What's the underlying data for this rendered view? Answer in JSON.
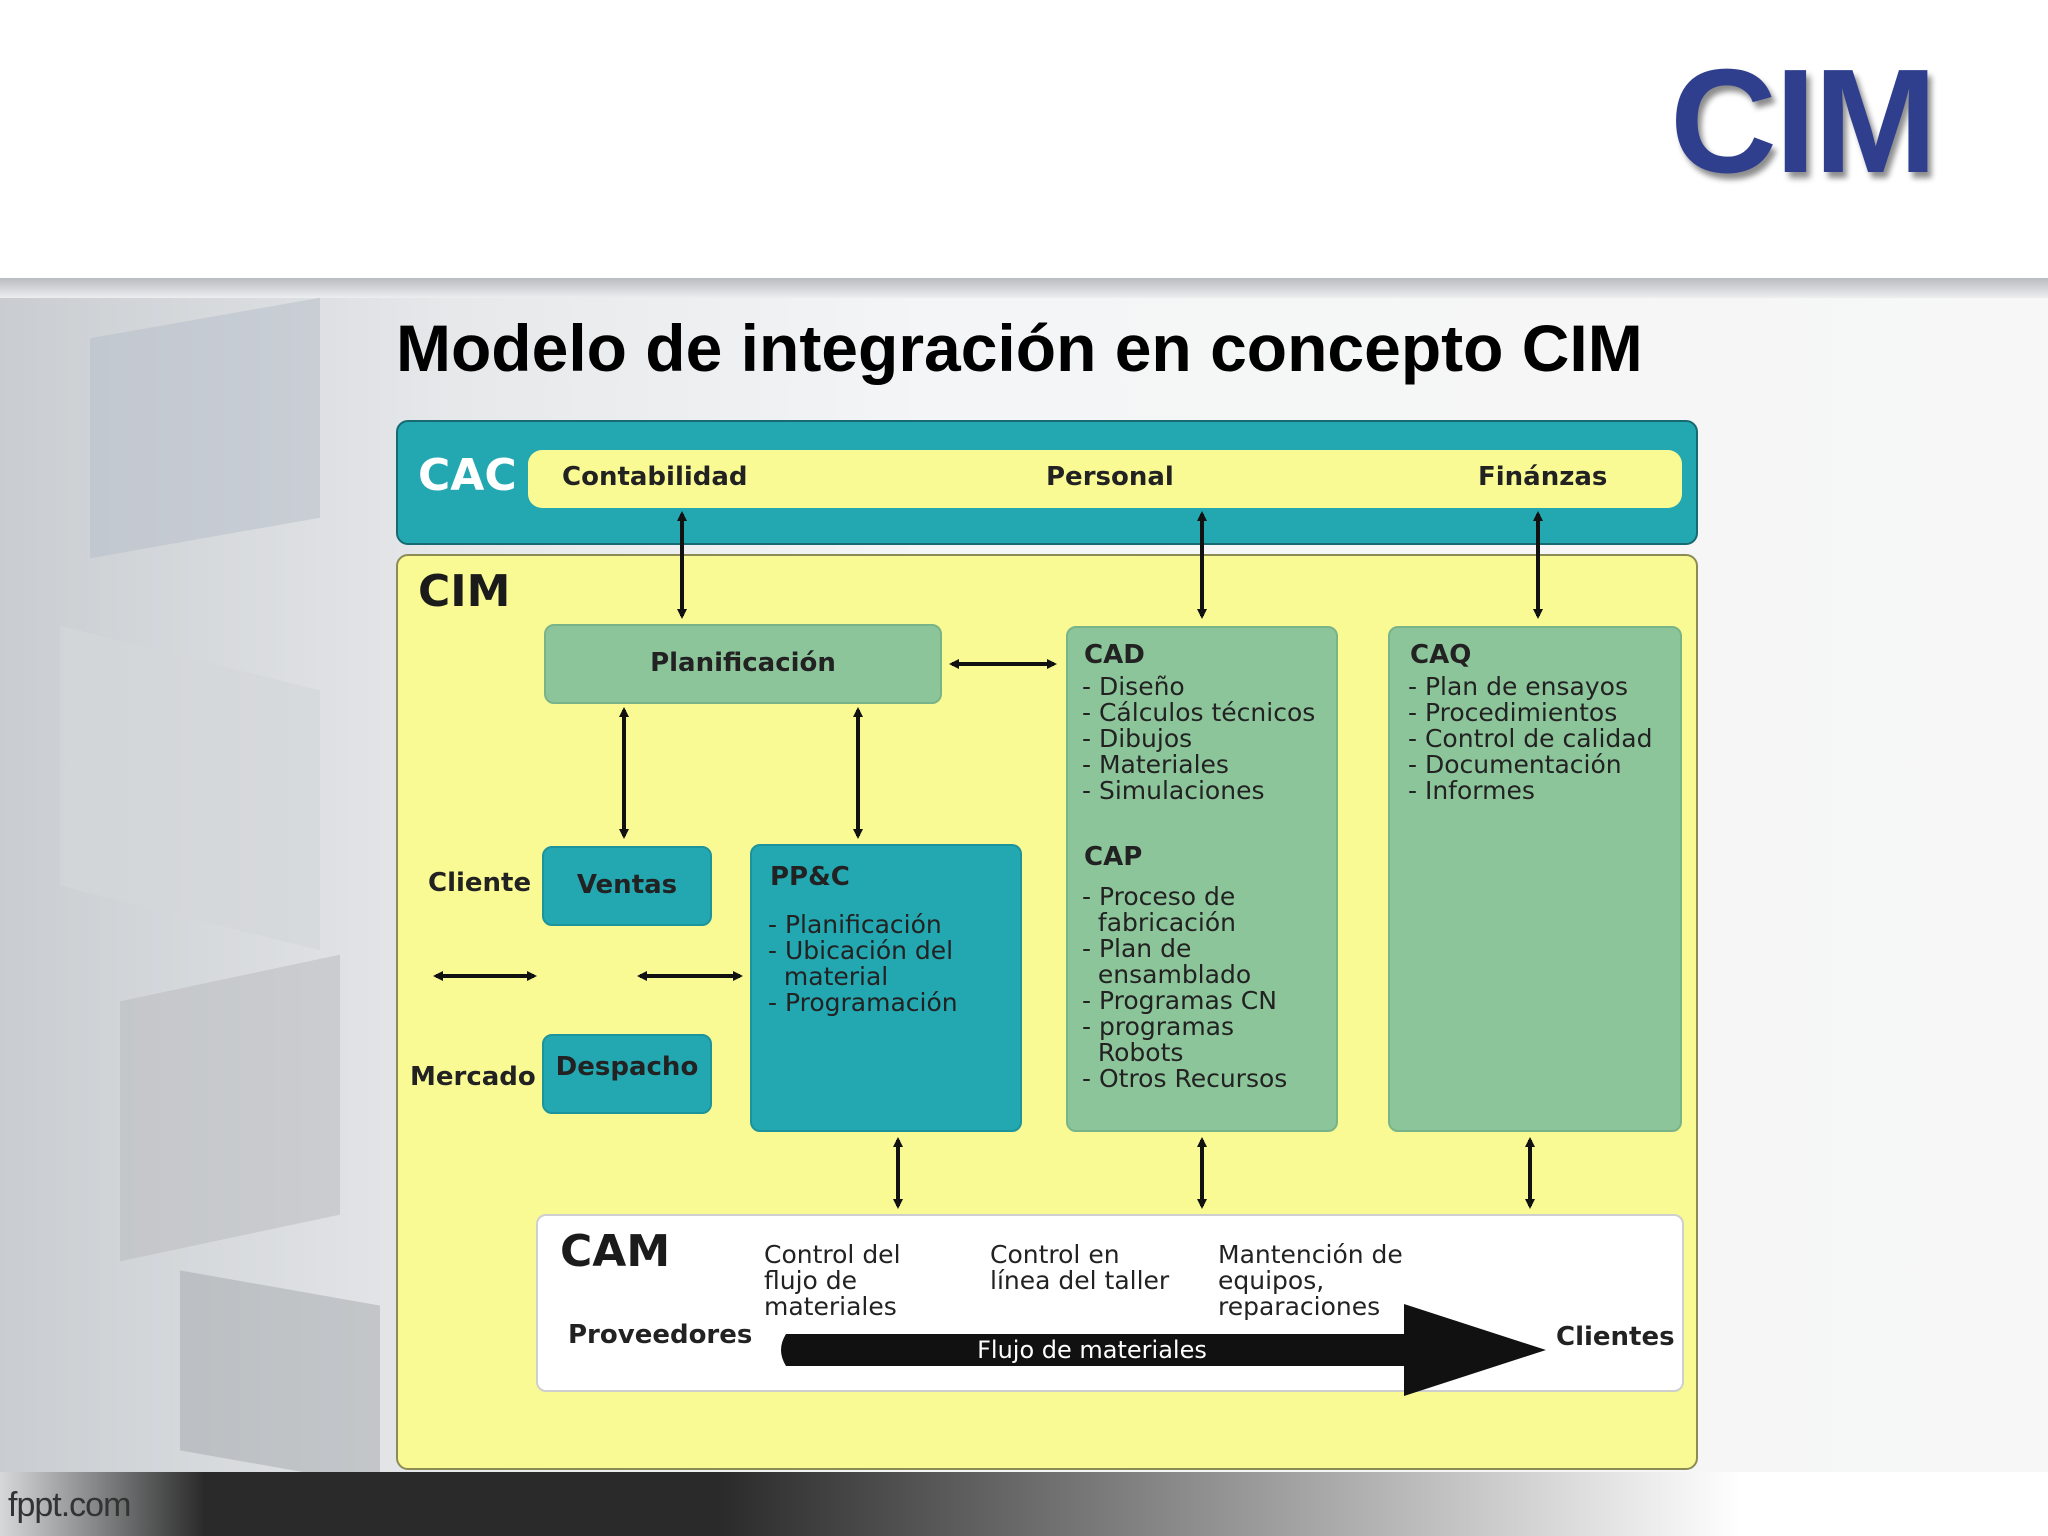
{
  "header": {
    "logo": "CIM",
    "title": "Modelo de integración en concepto CIM"
  },
  "footer": {
    "watermark": "fppt.com"
  },
  "diagram": {
    "cac": {
      "label": "CAC",
      "items": [
        "Contabilidad",
        "Personal",
        "Finánzas"
      ]
    },
    "cim_label": "CIM",
    "planificacion": "Planificación",
    "cliente": "Cliente",
    "mercado": "Mercado",
    "ventas": "Ventas",
    "despacho": "Despacho",
    "ppc": {
      "heading": "PP&C",
      "items": [
        "- Planificación",
        "- Ubicación del",
        "  material",
        "- Programación"
      ]
    },
    "cad": {
      "heading": "CAD",
      "items": [
        "- Diseño",
        "- Cálculos técnicos",
        "- Dibujos",
        "- Materiales",
        "- Simulaciones"
      ]
    },
    "cap": {
      "heading": "CAP",
      "items": [
        "- Proceso de",
        "  fabricación",
        "- Plan de",
        "  ensamblado",
        "- Programas CN",
        "- programas",
        "  Robots",
        "- Otros Recursos"
      ]
    },
    "caq": {
      "heading": "CAQ",
      "items": [
        "- Plan de ensayos",
        "- Procedimientos",
        "- Control de calidad",
        "- Documentación",
        "- Informes"
      ]
    },
    "cam": {
      "label": "CAM",
      "col1": "Control del\nflujo de\nmateriales",
      "col2": "Control en\nlínea del taller",
      "col3": "Mantención de\nequipos,\nreparaciones",
      "proveedores": "Proveedores",
      "flujo": "Flujo de materiales",
      "clientes": "Clientes"
    }
  },
  "colors": {
    "teal": "#23a8b2",
    "green": "#8dc59b",
    "yellow": "#fafa95",
    "logo": "#2f3f8e"
  }
}
